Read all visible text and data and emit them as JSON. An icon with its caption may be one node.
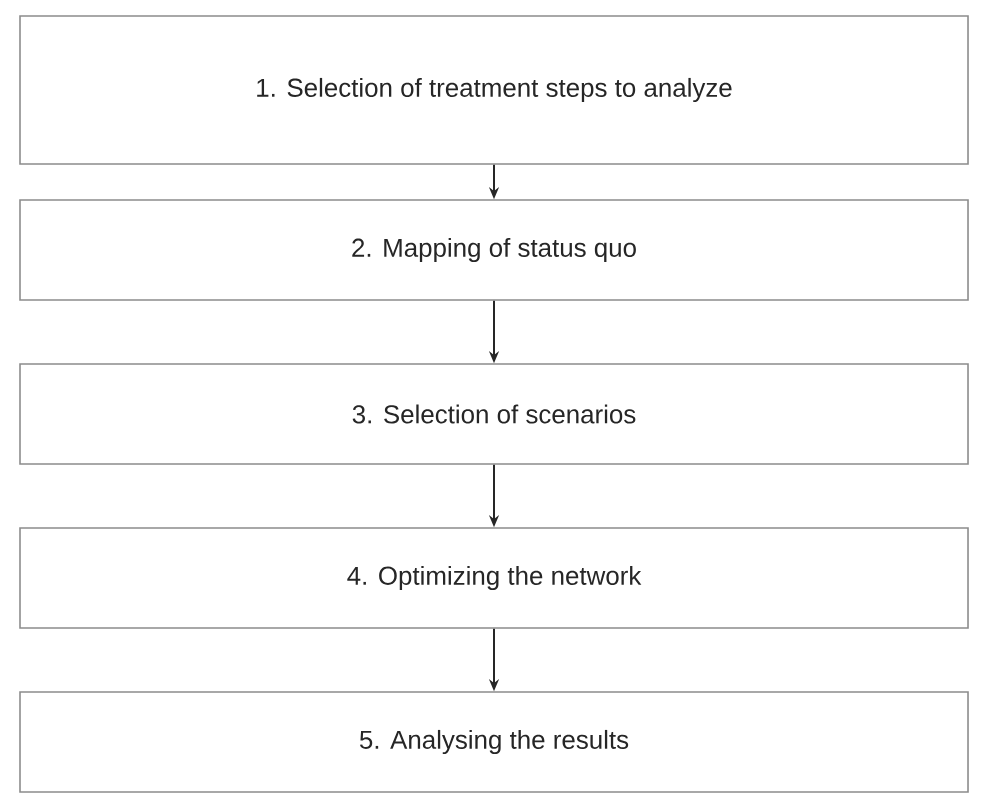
{
  "diagram": {
    "nodes": [
      {
        "text": [
          "1. Selection of treatment steps to analyze"
        ]
      },
      {
        "text": [
          "2. Mapping of status quo"
        ]
      },
      {
        "text": [
          "3. Selection of scenarios"
        ]
      },
      {
        "text": [
          "4. Optimizing the network"
        ]
      },
      {
        "text": [
          "5. Analysing the results"
        ]
      }
    ],
    "edges": [
      {
        "from": 0,
        "to": 1,
        "arrow": "to"
      },
      {
        "from": 1,
        "to": 2,
        "arrow": "to"
      },
      {
        "from": 2,
        "to": 3,
        "arrow": "to"
      },
      {
        "from": 3,
        "to": 4,
        "arrow": "to"
      }
    ]
  }
}
